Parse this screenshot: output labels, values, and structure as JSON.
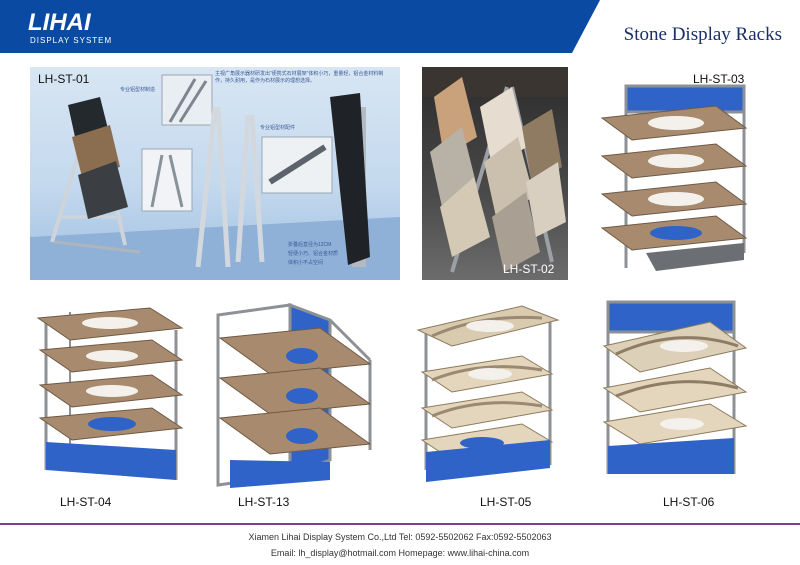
{
  "header": {
    "logo_text": "LIHAI",
    "logo_subtitle": "DISPLAY SYSTEM",
    "title": "Stone Display Racks"
  },
  "products": [
    {
      "code": "LH-ST-01"
    },
    {
      "code": "LH-ST-02"
    },
    {
      "code": "LH-ST-03"
    },
    {
      "code": "LH-ST-04"
    },
    {
      "code": "LH-ST-13"
    },
    {
      "code": "LH-ST-05"
    },
    {
      "code": "LH-ST-06"
    }
  ],
  "panel_01": {
    "note_top": "主视广角展示器材研发出“便携式石材展架”体积小巧，重量轻，铝合金材料制作，持久耐用，是作为石材展示的理想选择。",
    "note_profile": "专业铝型材制造",
    "note_parts": "专业铝型材配件",
    "note_bottom1": "折叠后直径为12CM",
    "note_bottom2": "轻便小巧、铝合金材质",
    "note_bottom3": "体积小不占空间"
  },
  "footer": {
    "line1": "Xiamen Lihai Display System Co.,Ltd  Tel: 0592-5502062  Fax:0592-5502063",
    "line2": "Email: lh_display@hotmail.com    Homepage: www.lihai-china.com"
  },
  "colors": {
    "header_blue": "#0a4aa3",
    "frame_gray": "#8d9095",
    "stone_brown": "#a88b6e",
    "panel_blue": "#2f63c8",
    "footer_purple": "#7a3d8f"
  }
}
